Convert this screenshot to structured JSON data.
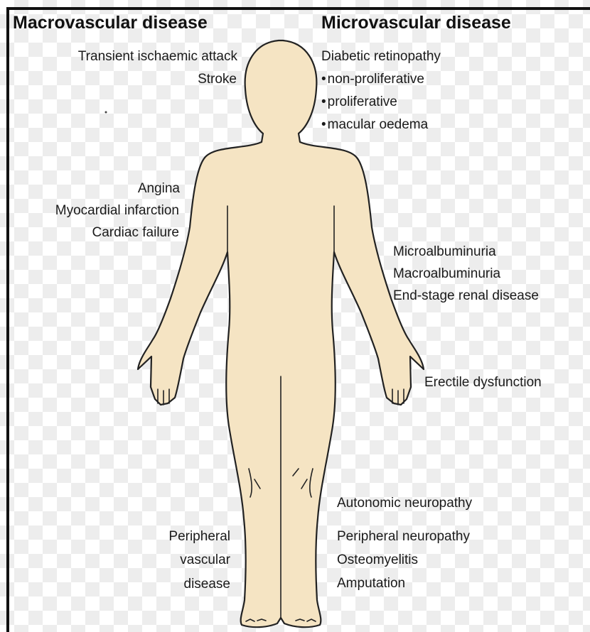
{
  "headings": {
    "macro": "Macrovascular disease",
    "micro": "Microvascular disease"
  },
  "macro_labels": {
    "tia": "Transient ischaemic attack",
    "stroke": "Stroke",
    "angina": "Angina",
    "mi": "Myocardial infarction",
    "cardiac_failure": "Cardiac failure",
    "pvd_line1": "Peripheral",
    "pvd_line2": "vascular",
    "pvd_line3": "disease"
  },
  "micro_labels": {
    "retinopathy": "Diabetic retinopathy",
    "non_proliferative": "non-proliferative",
    "proliferative": "proliferative",
    "macular_oedema": "macular oedema",
    "microalbuminuria": "Microalbuminuria",
    "macroalbuminuria": "Macroalbuminuria",
    "esrd": "End-stage renal disease",
    "erectile": "Erectile dysfunction",
    "autonomic": "Autonomic neuropathy",
    "peripheral_neuropathy": "Peripheral neuropathy",
    "osteomyelitis": "Osteomyelitis",
    "amputation": "Amputation"
  },
  "colors": {
    "skin": "#f5e4c3",
    "outline": "#222222"
  }
}
